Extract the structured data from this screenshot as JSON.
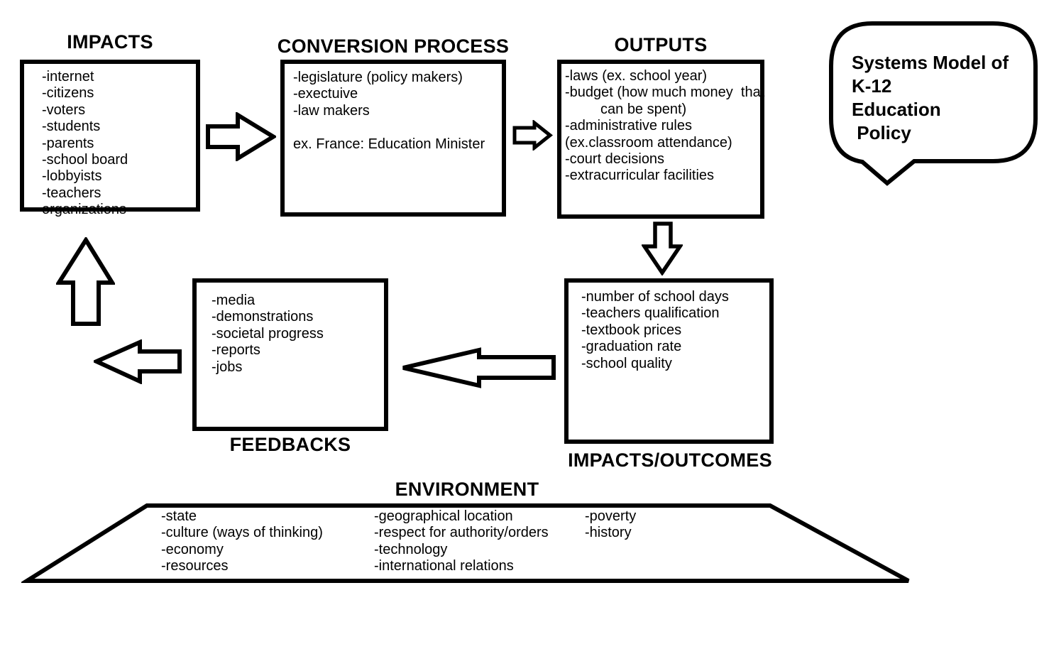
{
  "bubble": {
    "lines": [
      "Systems Model of",
      "K-12",
      "Education",
      " Policy"
    ]
  },
  "boxes": {
    "impacts": {
      "title": "IMPACTS",
      "lines": [
        "-internet",
        "-citizens",
        "-voters",
        "-students",
        "-parents",
        "-school board",
        "-lobbyists",
        "-teachers",
        "organizations"
      ]
    },
    "conversion": {
      "title": "CONVERSION PROCESS",
      "lines": [
        "-legislature (policy makers)",
        "-exectuive",
        "-law makers",
        "",
        "ex. France: Education Minister"
      ]
    },
    "outputs": {
      "title": "OUTPUTS",
      "lines": [
        "-laws (ex. school year)",
        "-budget (how much money  that",
        "         can be spent)",
        "-administrative rules",
        "(ex.classroom attendance)",
        "-court decisions",
        "-extracurricular facilities"
      ]
    },
    "feedbacks": {
      "title": "FEEDBACKS",
      "lines": [
        "-media",
        "-demonstrations",
        "-societal progress",
        "-reports",
        "-jobs"
      ]
    },
    "outcomes": {
      "title": "IMPACTS/OUTCOMES",
      "lines": [
        "-number of school days",
        "-teachers qualification",
        "-textbook prices",
        "-graduation rate",
        "-school quality"
      ]
    }
  },
  "environment": {
    "title": "ENVIRONMENT",
    "col1": [
      "-state",
      "-culture (ways of thinking)",
      "-economy",
      "-resources"
    ],
    "col2": [
      "-geographical location",
      "-respect for authority/orders",
      "-technology",
      "-international relations"
    ],
    "col3": [
      "-poverty",
      "-history"
    ]
  },
  "colors": {
    "ink": "#000000",
    "background": "#ffffff"
  }
}
